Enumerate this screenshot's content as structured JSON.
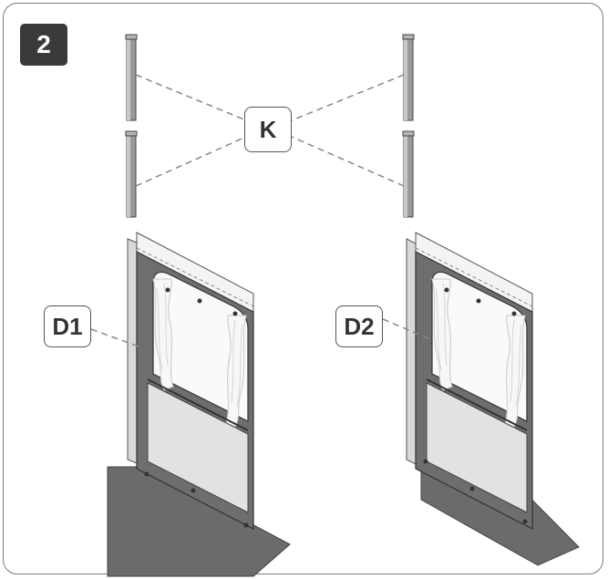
{
  "step": {
    "number": "2"
  },
  "callouts": {
    "k": "K",
    "d1": "D1",
    "d2": "D2"
  },
  "colors": {
    "badge": "#3a3a3a",
    "panel_frame": "#6e6e6e",
    "floor": "#6b6b6b",
    "outline": "#444444",
    "dash": "#888888"
  }
}
